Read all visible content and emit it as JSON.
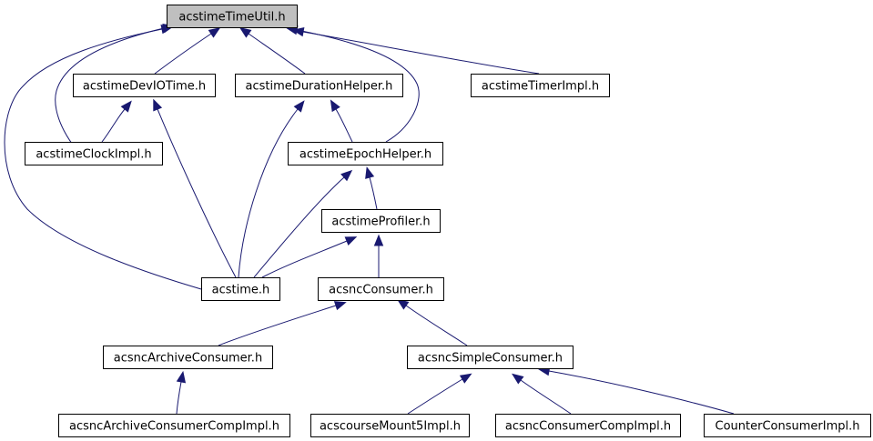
{
  "diagram": {
    "nodes": [
      {
        "id": "n_timeutil",
        "label": "acstimeTimeUtil.h",
        "highlight": true
      },
      {
        "id": "n_devio",
        "label": "acstimeDevIOTime.h"
      },
      {
        "id": "n_duration",
        "label": "acstimeDurationHelper.h"
      },
      {
        "id": "n_timer",
        "label": "acstimeTimerImpl.h"
      },
      {
        "id": "n_clock",
        "label": "acstimeClockImpl.h"
      },
      {
        "id": "n_epoch",
        "label": "acstimeEpochHelper.h"
      },
      {
        "id": "n_profiler",
        "label": "acstimeProfiler.h"
      },
      {
        "id": "n_acstime",
        "label": "acstime.h"
      },
      {
        "id": "n_consumer",
        "label": "acsncConsumer.h"
      },
      {
        "id": "n_archive",
        "label": "acsncArchiveConsumer.h"
      },
      {
        "id": "n_simple",
        "label": "acsncSimpleConsumer.h"
      },
      {
        "id": "n_archimpl",
        "label": "acsncArchiveConsumerCompImpl.h"
      },
      {
        "id": "n_mount",
        "label": "acscourseMount5Impl.h"
      },
      {
        "id": "n_compimpl",
        "label": "acsncConsumerCompImpl.h"
      },
      {
        "id": "n_counter",
        "label": "CounterConsumerImpl.h"
      }
    ],
    "edges": [
      {
        "from": "n_devio",
        "to": "n_timeutil"
      },
      {
        "from": "n_duration",
        "to": "n_timeutil"
      },
      {
        "from": "n_timer",
        "to": "n_timeutil"
      },
      {
        "from": "n_clock",
        "to": "n_timeutil"
      },
      {
        "from": "n_epoch",
        "to": "n_timeutil"
      },
      {
        "from": "n_acstime",
        "to": "n_timeutil"
      },
      {
        "from": "n_clock",
        "to": "n_devio"
      },
      {
        "from": "n_acstime",
        "to": "n_devio"
      },
      {
        "from": "n_acstime",
        "to": "n_duration"
      },
      {
        "from": "n_epoch",
        "to": "n_duration"
      },
      {
        "from": "n_acstime",
        "to": "n_epoch"
      },
      {
        "from": "n_profiler",
        "to": "n_epoch"
      },
      {
        "from": "n_acstime",
        "to": "n_profiler"
      },
      {
        "from": "n_consumer",
        "to": "n_profiler"
      },
      {
        "from": "n_archive",
        "to": "n_consumer"
      },
      {
        "from": "n_simple",
        "to": "n_consumer"
      },
      {
        "from": "n_archimpl",
        "to": "n_archive"
      },
      {
        "from": "n_mount",
        "to": "n_simple"
      },
      {
        "from": "n_compimpl",
        "to": "n_simple"
      },
      {
        "from": "n_counter",
        "to": "n_simple"
      }
    ]
  },
  "colors": {
    "edge": "#191970",
    "node_border": "#000000",
    "node_fill": "#ffffff",
    "highlight_fill": "#bfbfbf"
  }
}
